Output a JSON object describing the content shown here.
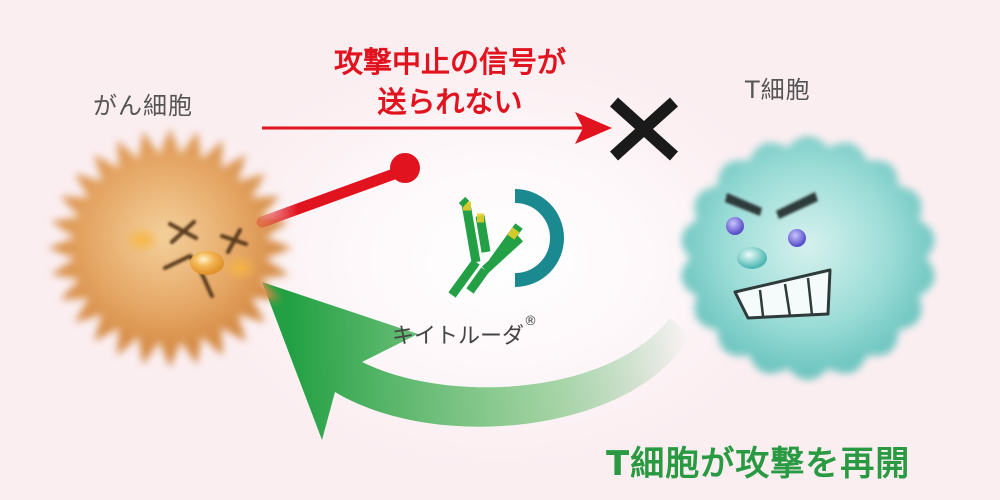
{
  "labels": {
    "cancer_cell": "がん細胞",
    "t_cell": "T細胞",
    "stop_signal_line1": "攻撃中止の信号が",
    "stop_signal_line2": "送られない",
    "drug_name": "キイトルーダ",
    "registered_mark": "®",
    "attack_resumes": "T細胞が攻撃を再開"
  },
  "icons": {
    "blocked": "cross-mark-icon",
    "antibody": "antibody-icon"
  },
  "colors": {
    "background": "#fbeef1",
    "signal_red": "#e1131f",
    "cancer_cell": "#d9904a",
    "t_cell": "#6fc7c3",
    "receptor_teal": "#1b8a90",
    "antibody_green": "#23a046",
    "antibody_stripe": "#e6cf2a",
    "restart_green": "#2a9a42",
    "cross": "#1a1a1a"
  }
}
